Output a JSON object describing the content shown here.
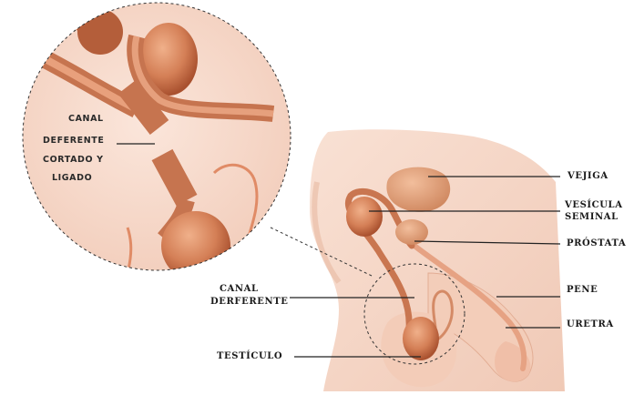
{
  "labels": {
    "vejiga": "VEJIGA",
    "vesicula_1": "VESÍCULA",
    "vesicula_2": "SEMINAL",
    "prostata": "PRÓSTATA",
    "pene": "PENE",
    "uretra": "URETRA",
    "canal_1": "CANAL",
    "canal_2": "DERFERENTE",
    "testiculo": "TESTÍCULO"
  },
  "zoom_labels": {
    "line1": "CANAL",
    "line2": "DEFERENTE",
    "line3": "CORTADO Y",
    "line4": "LIGADO"
  },
  "colors": {
    "skin": "#f7ddd0",
    "skin_shadow": "#efc7b5",
    "organ": "#d98a62",
    "organ_dark": "#b45e3a",
    "duct": "#c97650",
    "outline": "#3a3a3a"
  }
}
